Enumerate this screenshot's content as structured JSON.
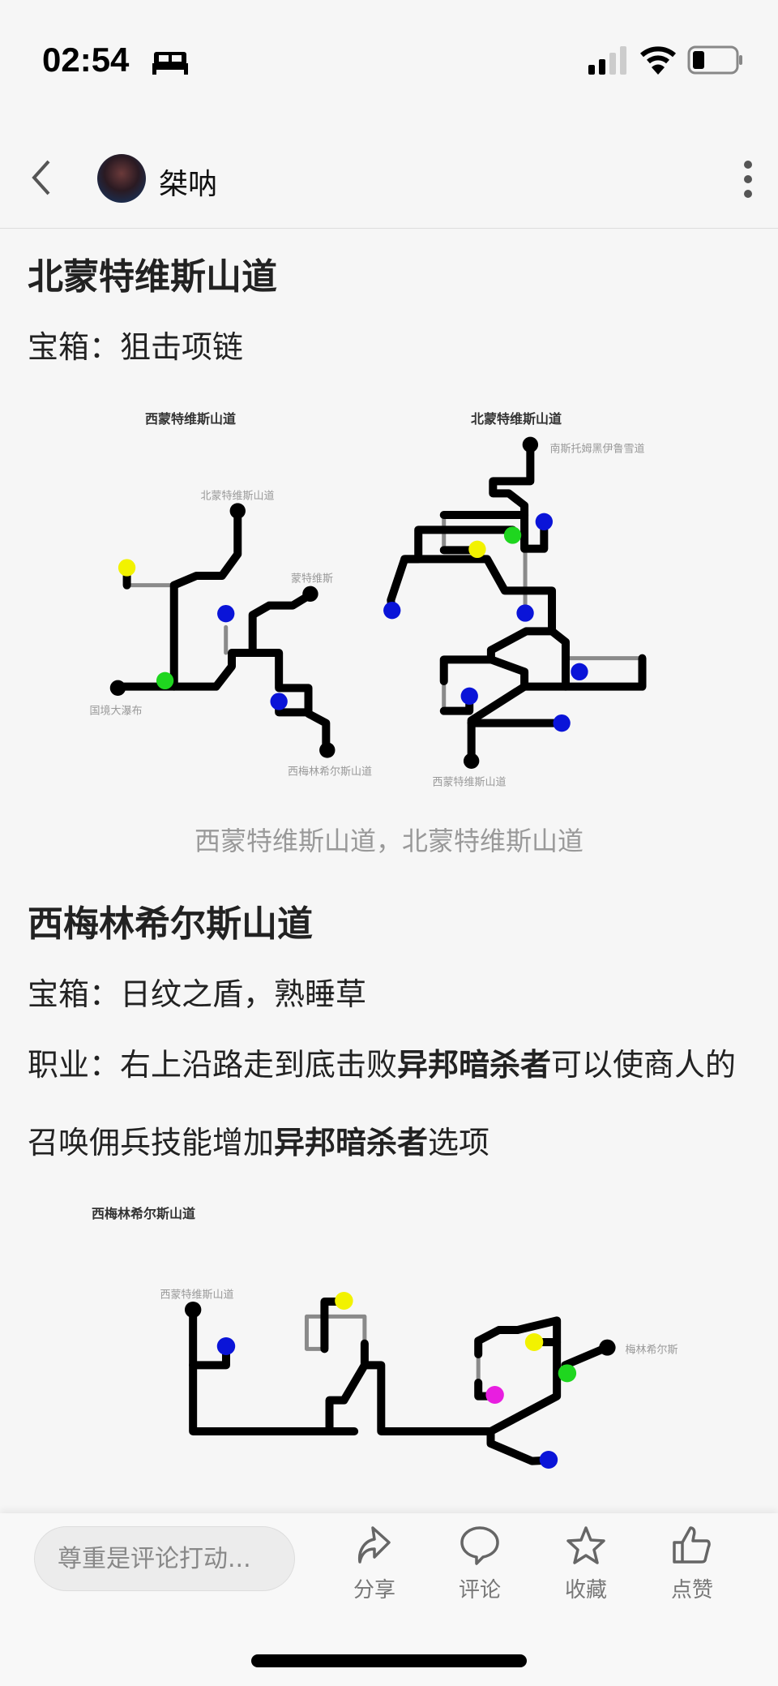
{
  "status_bar": {
    "time": "02:54"
  },
  "header": {
    "author": "桀呐"
  },
  "article": {
    "section1": {
      "title": "北蒙特维斯山道",
      "chest": "宝箱：狙击项链"
    },
    "map1": {
      "left_title": "西蒙特维斯山道",
      "right_title": "北蒙特维斯山道",
      "left_labels": [
        "北蒙特维斯山道",
        "蒙特维斯",
        "国境大瀑布",
        "西梅林希尔斯山道"
      ],
      "right_labels": [
        "南斯托姆黑伊鲁雪道",
        "西蒙特维斯山道"
      ]
    },
    "caption1": "西蒙特维斯山道，北蒙特维斯山道",
    "section2": {
      "title": "西梅林希尔斯山道",
      "chest": "宝箱：日纹之盾，熟睡草",
      "job_prefix": "职业：右上沿路走到底击败",
      "job_bold1": "异邦暗杀者",
      "job_mid": "可以使商人的召唤佣兵技能增加",
      "job_bold2": "异邦暗杀者",
      "job_suffix": "选项"
    },
    "map2": {
      "title": "西梅林希尔斯山道",
      "labels": [
        "西蒙特维斯山道",
        "梅林希尔斯"
      ]
    }
  },
  "bottom_bar": {
    "comment_placeholder": "尊重是评论打动...",
    "share": "分享",
    "comment": "评论",
    "favorite": "收藏",
    "like": "点赞"
  },
  "colors": {
    "blue": "#0a14d8",
    "green": "#1fd61f",
    "yellow": "#f2f200",
    "magenta": "#e81ee0",
    "path": "#000000",
    "gray_path": "#8a8a8a"
  }
}
